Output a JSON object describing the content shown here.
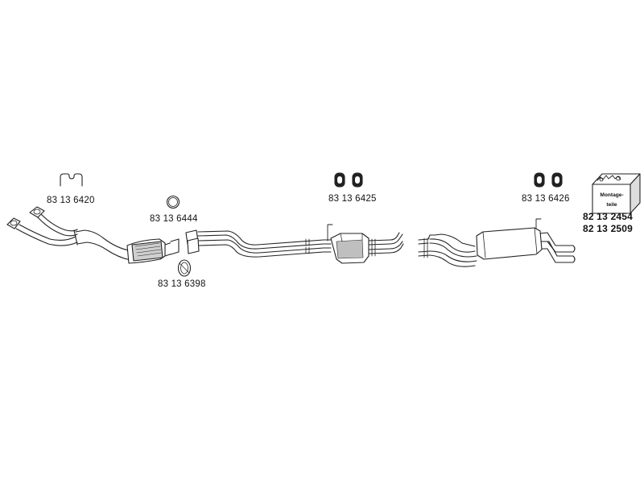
{
  "parts": [
    {
      "id": "clamp",
      "number": "83 13 6420",
      "icon": "u-clamp-icon"
    },
    {
      "id": "seal-ring",
      "number": "83 13 6444",
      "icon": "ring-gasket-icon"
    },
    {
      "id": "sleeve",
      "number": "83 13 6398",
      "icon": "clamp-sleeve-icon"
    },
    {
      "id": "rubber-mount-front",
      "number": "83 13 6425",
      "icon": "rubber-mount-pair-icon"
    },
    {
      "id": "rubber-mount-rear",
      "number": "83 13 6426",
      "icon": "rubber-mount-pair-icon"
    },
    {
      "id": "mounting-kit",
      "number": "82 13 2454",
      "number2": "82 13 2509",
      "box_label": "Montage-teile",
      "icon": "mounting-kit-box-icon"
    }
  ],
  "exhaust_components": [
    {
      "id": "front-pipes",
      "icon": "front-downpipe-icon"
    },
    {
      "id": "catalytic-converter",
      "icon": "catalytic-converter-icon"
    },
    {
      "id": "intermediate-pipes",
      "icon": "intermediate-pipe-icon"
    },
    {
      "id": "center-muffler",
      "icon": "center-muffler-icon"
    },
    {
      "id": "rear-pipes",
      "icon": "rear-pipe-icon"
    },
    {
      "id": "rear-muffler",
      "icon": "rear-muffler-icon"
    }
  ],
  "colors": {
    "line": "#222222",
    "fill": "#ffffff",
    "shade": "#bfbfbf",
    "background": "#ffffff"
  }
}
